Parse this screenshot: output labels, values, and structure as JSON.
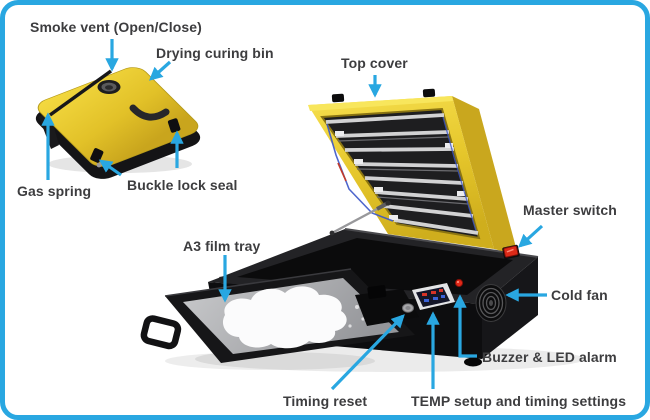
{
  "diagram": {
    "accent_color": "#29a7e1",
    "label_color": "#3d3d3f",
    "callouts": [
      {
        "id": "smoke-vent",
        "label": "Smoke vent (Open/Close)"
      },
      {
        "id": "drying-curing-bin",
        "label": "Drying curing bin"
      },
      {
        "id": "top-cover",
        "label": "Top cover"
      },
      {
        "id": "gas-spring",
        "label": "Gas spring"
      },
      {
        "id": "buckle-lock-seal",
        "label": "Buckle lock seal"
      },
      {
        "id": "master-switch",
        "label": "Master switch"
      },
      {
        "id": "a3-film-tray",
        "label": "A3 film tray"
      },
      {
        "id": "cold-fan",
        "label": "Cold fan"
      },
      {
        "id": "buzzer-led-alarm",
        "label": "Buzzer & LED alarm"
      },
      {
        "id": "timing-reset",
        "label": "Timing reset"
      },
      {
        "id": "temp-setup",
        "label": "TEMP setup and timing settings"
      }
    ],
    "machine_colors": {
      "lid_yellow": "#e5c62b",
      "lid_yellow_light": "#f6df4e",
      "lid_yellow_dark": "#c9a71e",
      "body_black": "#141416",
      "tray_gray": "#b0b1b4",
      "film_white": "#fbfbfc",
      "switch_red": "#dd2a18",
      "led_red": "#e02818",
      "tube_silver": "#d2d2d3"
    }
  }
}
